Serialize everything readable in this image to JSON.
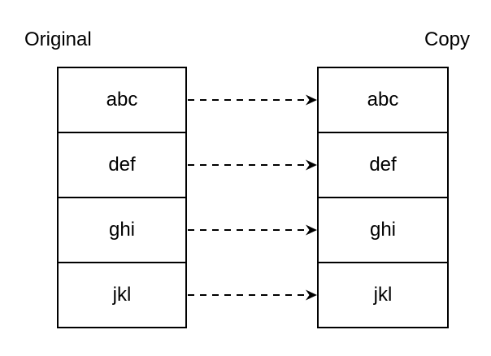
{
  "labels": {
    "original": "Original",
    "copy": "Copy"
  },
  "original": {
    "rows": [
      "abc",
      "def",
      "ghi",
      "jkl"
    ]
  },
  "copy": {
    "rows": [
      "abc",
      "def",
      "ghi",
      "jkl"
    ]
  },
  "arrows": {
    "count": 4,
    "style": "dashed",
    "direction": "left-to-right"
  },
  "colors": {
    "background": "#ffffff",
    "stroke": "#000000",
    "text": "#000000",
    "box_fill": "#ffffff"
  }
}
